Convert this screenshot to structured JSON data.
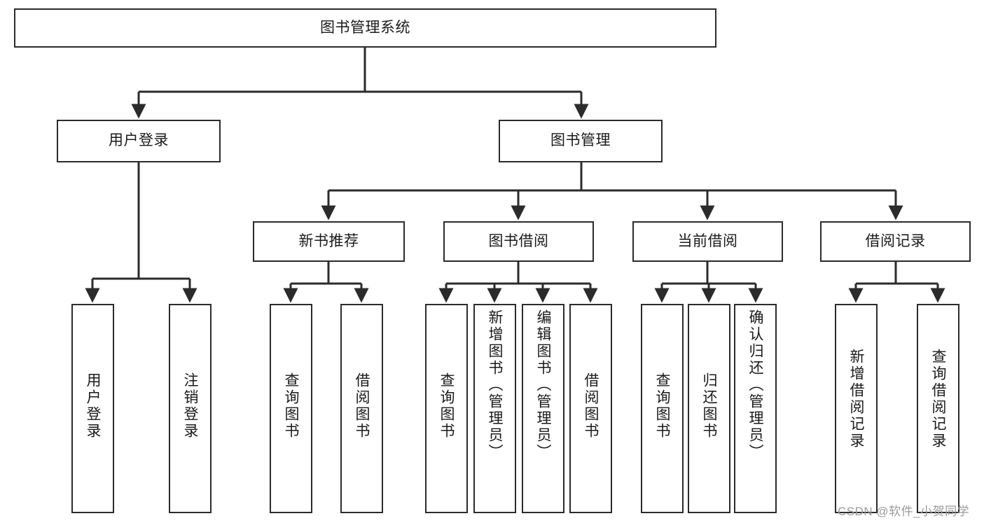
{
  "diagram": {
    "type": "tree",
    "title": "图书管理系统",
    "orientation": "top-down",
    "root": {
      "id": "root",
      "label": "图书管理系统",
      "text_direction": "horizontal"
    },
    "level2": [
      {
        "id": "user-login",
        "label": "用户登录",
        "text_direction": "horizontal"
      },
      {
        "id": "book-manage",
        "label": "图书管理",
        "text_direction": "horizontal"
      }
    ],
    "level3": [
      {
        "id": "new-book-rec",
        "label": "新书推荐",
        "text_direction": "horizontal",
        "parent": "book-manage"
      },
      {
        "id": "book-borrow",
        "label": "图书借阅",
        "text_direction": "horizontal",
        "parent": "book-manage"
      },
      {
        "id": "current-borrow",
        "label": "当前借阅",
        "text_direction": "horizontal",
        "parent": "book-manage"
      },
      {
        "id": "borrow-record",
        "label": "借阅记录",
        "text_direction": "horizontal",
        "parent": "book-manage"
      }
    ],
    "leaves": [
      {
        "id": "leaf-user-login",
        "label": "用户登录",
        "text_direction": "vertical",
        "parent": "user-login"
      },
      {
        "id": "leaf-user-logout",
        "label": "注销登录",
        "text_direction": "vertical",
        "parent": "user-login"
      },
      {
        "id": "leaf-query-book-1",
        "label": "查询图书",
        "text_direction": "vertical",
        "parent": "new-book-rec"
      },
      {
        "id": "leaf-borrow-book-1",
        "label": "借阅图书",
        "text_direction": "vertical",
        "parent": "new-book-rec"
      },
      {
        "id": "leaf-query-book-2",
        "label": "查询图书",
        "text_direction": "vertical",
        "parent": "book-borrow"
      },
      {
        "id": "leaf-add-book",
        "label": "新增图书（管理员）",
        "text_direction": "vertical",
        "parent": "book-borrow"
      },
      {
        "id": "leaf-edit-book",
        "label": "编辑图书（管理员）",
        "text_direction": "vertical",
        "parent": "book-borrow"
      },
      {
        "id": "leaf-borrow-book-2",
        "label": "借阅图书",
        "text_direction": "vertical",
        "parent": "book-borrow"
      },
      {
        "id": "leaf-query-book-3",
        "label": "查询图书",
        "text_direction": "vertical",
        "parent": "current-borrow"
      },
      {
        "id": "leaf-return-book",
        "label": "归还图书",
        "text_direction": "vertical",
        "parent": "current-borrow"
      },
      {
        "id": "leaf-confirm-return",
        "label": "确认归还（管理员）",
        "text_direction": "vertical",
        "parent": "current-borrow"
      },
      {
        "id": "leaf-add-record",
        "label": "新增借阅记录",
        "text_direction": "vertical",
        "parent": "borrow-record"
      },
      {
        "id": "leaf-query-record",
        "label": "查询借阅记录",
        "text_direction": "vertical",
        "parent": "borrow-record"
      }
    ],
    "colors": {
      "stroke": "#2b2b2b",
      "fill": "#ffffff",
      "text": "#1a1a1a",
      "watermark": "#9a9a9a"
    }
  },
  "watermark": {
    "text": "CSDN @软件_小贺同学"
  }
}
